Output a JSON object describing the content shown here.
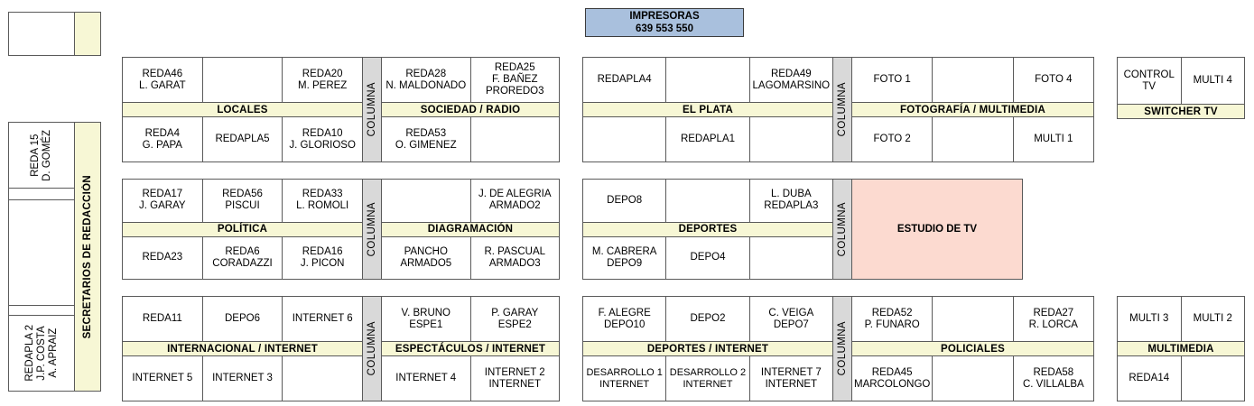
{
  "colors": {
    "band_yellow": "#F7F7D5",
    "columna_grey": "#D9D9D9",
    "studio_pink": "#FCDAD0",
    "impresoras_blue": "#A9C0DD",
    "border": "#5A5A5A"
  },
  "impresoras": {
    "title": "IMPRESORAS",
    "numbers": "639  553  550"
  },
  "sidebar": {
    "strip_label": "SECRETARIOS DE REDACCIÓN",
    "top_box": {
      "left_label": "",
      "right_label": ""
    },
    "cells": [
      {
        "name": "reda15",
        "label": "REDA 15\nD. GOMÉZ"
      },
      {
        "name": "blank-1",
        "label": ""
      },
      {
        "name": "blank-2",
        "label": ""
      },
      {
        "name": "blank-3",
        "label": ""
      },
      {
        "name": "redapla2",
        "label": "REDAPLA 2\nJ.P. COSTA\nA. APRAIZ"
      }
    ]
  },
  "blocks": {
    "locales_sociedad": {
      "columna_label": "COLUMNA",
      "left": {
        "band": "LOCALES",
        "top": [
          "REDA46\nL. GARAT",
          "",
          "REDA20\nM. PEREZ"
        ],
        "bottom": [
          "REDA4\nG. PAPA",
          "REDAPLA5",
          "REDA10\nJ. GLORIOSO"
        ]
      },
      "right": {
        "band": "SOCIEDAD / RADIO",
        "top": [
          "REDA28\nN. MALDONADO",
          "REDA25\nF. BAÑEZ\nPROREDO3"
        ],
        "bottom": [
          "REDA53\nO. GIMENEZ",
          ""
        ]
      }
    },
    "elplata_fotografia": {
      "columna_label": "COLUMNA",
      "left": {
        "band": "EL PLATA",
        "top": [
          "REDAPLA4",
          "",
          "REDA49\nLAGOMARSINO"
        ],
        "bottom": [
          "",
          "REDAPLA1",
          ""
        ]
      },
      "right": {
        "band": "FOTOGRAFÍA / MULTIMEDIA",
        "top": [
          "FOTO 1",
          "",
          "FOTO 4"
        ],
        "bottom": [
          "FOTO 2",
          "",
          "MULTI 1"
        ]
      }
    },
    "switcher_tv": {
      "band": "SWITCHER TV",
      "top": [
        "CONTROL TV",
        "MULTI 4"
      ]
    },
    "politica_diagramacion": {
      "columna_label": "COLUMNA",
      "left": {
        "band": "POLÍTICA",
        "top": [
          "REDA17\nJ. GARAY",
          "REDA56\nPISCUI",
          "REDA33\nL. ROMOLI"
        ],
        "bottom": [
          "REDA23",
          "REDA6\nCORADAZZI",
          "REDA16\nJ. PICON"
        ]
      },
      "right": {
        "band": "DIAGRAMACIÓN",
        "top": [
          "",
          "J. DE ALEGRIA\nARMADO2"
        ],
        "bottom": [
          "PANCHO\nARMADO5",
          "R. PASCUAL\nARMADO3"
        ]
      }
    },
    "deportes_estudio": {
      "columna_label": "COLUMNA",
      "left": {
        "band": "DEPORTES",
        "top": [
          "DEPO8",
          "",
          "L. DUBA\nREDAPLA3"
        ],
        "bottom": [
          "M. CABRERA\nDEPO9",
          "DEPO4",
          ""
        ]
      },
      "right": {
        "label": "ESTUDIO DE TV"
      }
    },
    "internacional_espectaculos": {
      "columna_label": "COLUMNA",
      "left": {
        "band": "INTERNACIONAL / INTERNET",
        "top": [
          "REDA11",
          "DEPO6",
          "INTERNET 6"
        ],
        "bottom": [
          "INTERNET 5",
          "INTERNET 3",
          ""
        ]
      },
      "right": {
        "band": "ESPECTÁCULOS / INTERNET",
        "top": [
          "V. BRUNO\nESPE1",
          "P. GARAY\nESPE2"
        ],
        "bottom": [
          "INTERNET 4",
          "INTERNET 2\nINTERNET"
        ]
      }
    },
    "deportesinternet_policiales": {
      "columna_label": "COLUMNA",
      "left": {
        "band": "DEPORTES / INTERNET",
        "top": [
          "F. ALEGRE\nDEPO10",
          "DEPO2",
          "C. VEIGA\nDEPO7"
        ],
        "bottom": [
          "DESARROLLO 1\nINTERNET",
          "DESARROLLO 2\nINTERNET",
          "INTERNET 7\nINTERNET"
        ]
      },
      "right": {
        "band": "POLICIALES",
        "top": [
          "REDA52\nP. FUNARO",
          "",
          "REDA27\nR. LORCA"
        ],
        "bottom": [
          "REDA45\nMARCOLONGO",
          "",
          "REDA58\nC. VILLALBA"
        ]
      }
    },
    "multimedia": {
      "band": "MULTIMEDIA",
      "top": [
        "MULTI 3",
        "MULTI 2"
      ],
      "bottom": [
        "REDA14",
        ""
      ]
    }
  }
}
